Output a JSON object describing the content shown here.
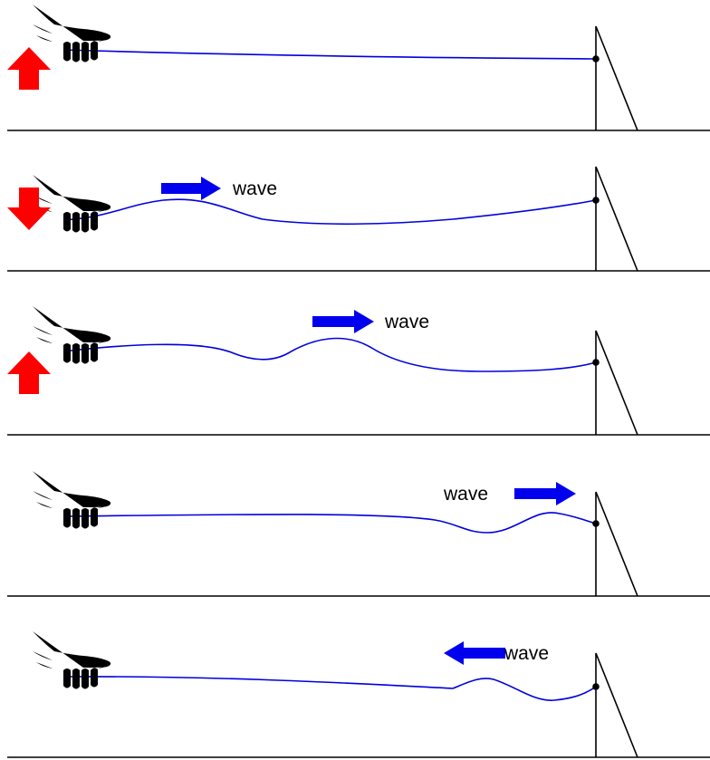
{
  "colors": {
    "rope": "#0000dd",
    "wave_arrow": "#0000ee",
    "hand_arrow": "#ff0000",
    "ink": "#000000"
  },
  "icons": {
    "hand": "hand-icon",
    "hand_motion": "red-arrow-icon",
    "wave_direction": "blue-arrow-icon",
    "fixed_end": "post-icon"
  },
  "panels": [
    {
      "hand_motion": "up",
      "wave_direction": null,
      "wave_label": ""
    },
    {
      "hand_motion": "down",
      "wave_direction": "right",
      "wave_label": "wave"
    },
    {
      "hand_motion": "up",
      "wave_direction": "right",
      "wave_label": "wave"
    },
    {
      "hand_motion": null,
      "wave_direction": "right",
      "wave_label": "wave"
    },
    {
      "hand_motion": null,
      "wave_direction": "left",
      "wave_label": "wave"
    }
  ]
}
